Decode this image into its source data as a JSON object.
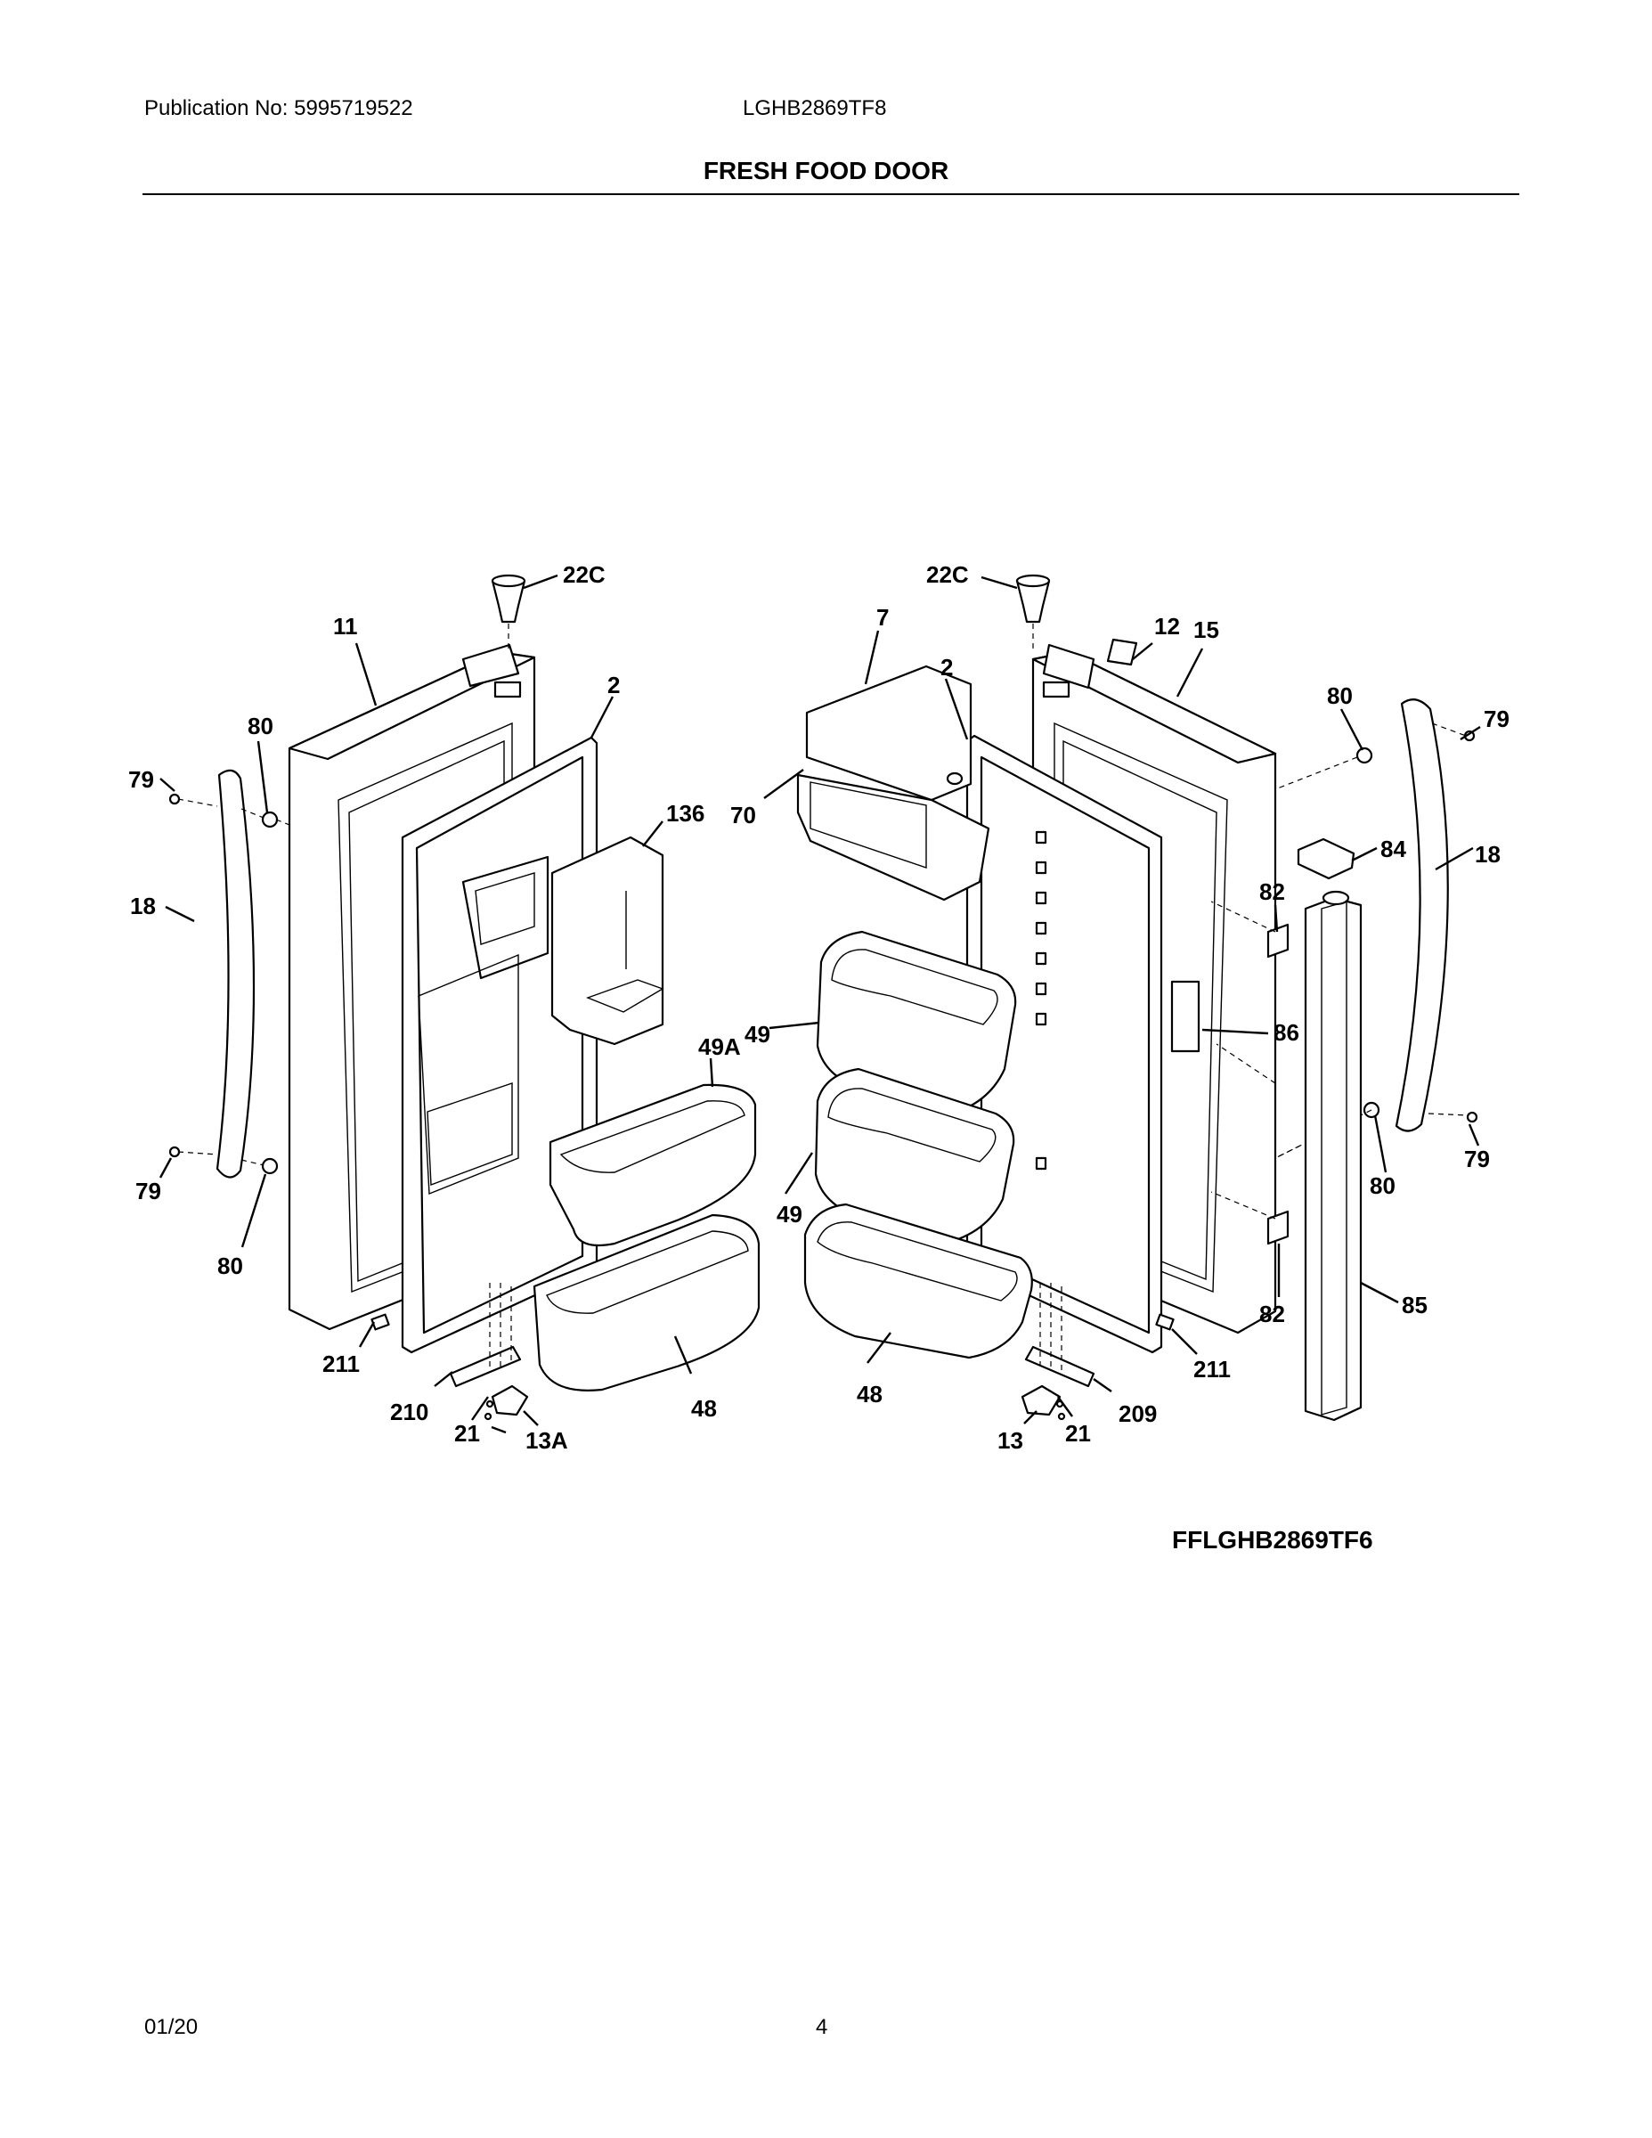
{
  "header": {
    "publication": "Publication No:  5995719522",
    "model": "LGHB2869TF8",
    "title": "FRESH FOOD DOOR"
  },
  "callouts": {
    "l_22c": "22C",
    "l_11": "11",
    "l_2": "2",
    "l_80a": "80",
    "l_79a": "79",
    "l_18": "18",
    "l_136": "136",
    "l_79b": "79",
    "l_80b": "80",
    "l_49a": "49A",
    "l_211": "211",
    "l_210": "210",
    "l_21": "21",
    "l_13a": "13A",
    "l_48": "48",
    "r_22c": "22C",
    "r_7": "7",
    "r_2": "2",
    "r_12": "12",
    "r_15": "15",
    "r_70": "70",
    "r_49a": "49",
    "r_49b": "49",
    "r_48": "48",
    "r_211": "211",
    "r_209": "209",
    "r_13": "13",
    "r_21": "21",
    "r_80a": "80",
    "r_79a": "79",
    "r_84": "84",
    "r_18": "18",
    "r_82a": "82",
    "r_86": "86",
    "r_79b": "79",
    "r_80b": "80",
    "r_82b": "82",
    "r_85": "85"
  },
  "diagram_code": "FFLGHB2869TF6",
  "footer": {
    "date": "01/20",
    "page": "4"
  }
}
